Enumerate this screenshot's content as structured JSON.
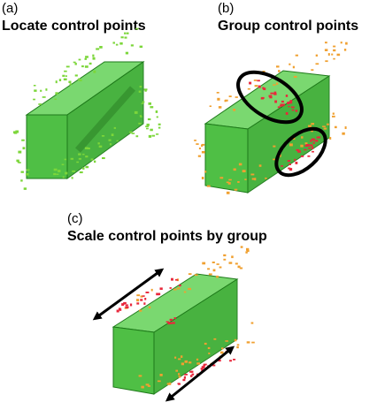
{
  "panels": [
    {
      "letter": "(a)",
      "title": "Locate control points"
    },
    {
      "letter": "(b)",
      "title": "Group control points"
    },
    {
      "letter": "(c)",
      "title": "Scale control points by group"
    }
  ],
  "colors": {
    "box_front": "#4fbf45",
    "box_top": "#7ad870",
    "box_side": "#2f9a2a",
    "box_edge": "#1e7a1a",
    "point_green": "#7cd63a",
    "point_orange": "#f0a030",
    "point_red": "#e8283c",
    "ellipse": "#000000",
    "arrow": "#000000"
  },
  "icons": [
    "ellipse-outline",
    "double-headed-arrow"
  ]
}
